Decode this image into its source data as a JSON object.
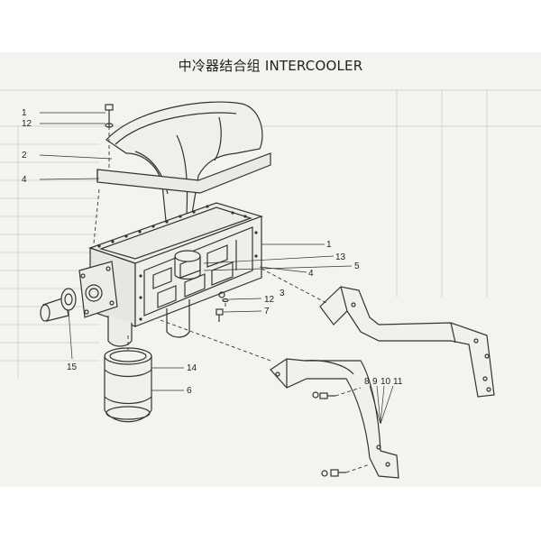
{
  "title": "中冷器结合组 INTERCOOLER",
  "colors": {
    "sheet": "#f4f3ef",
    "ink": "#333333"
  },
  "callouts": {
    "c1a": "1",
    "c12a": "12",
    "c2": "2",
    "c4a": "4",
    "c1b": "1",
    "c13": "13",
    "c5": "5",
    "c4b": "4",
    "c3": "3",
    "c12b": "12",
    "c7": "7",
    "c15": "15",
    "c14": "14",
    "c6": "6",
    "c8": "8",
    "c9": "9",
    "c10": "10",
    "c11": "11"
  }
}
